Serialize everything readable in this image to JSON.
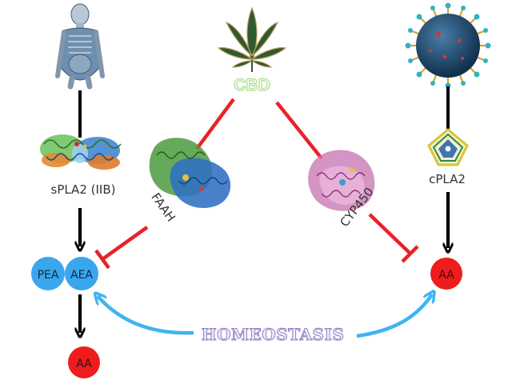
{
  "labels": {
    "cbd": "CBD",
    "spla2": "sPLA2 (IIB)",
    "cpla2": "cPLA2",
    "faah": "FAAH",
    "cyp450": "CYP450",
    "pea": "PEA",
    "aea": "AEA",
    "aa_left": "AA",
    "aa_right": "AA",
    "homeostasis": "HOMEOSTASIS"
  },
  "colors": {
    "inhibit": "#e8222a",
    "activate": "#000000",
    "homeostasis_arrow": "#3fb4f0",
    "blue_node": "#3aa6ee",
    "red_node": "#ee1c1c",
    "cbd_text": "#b8e6a0",
    "homeostasis_text": "#ece6f7"
  },
  "icons": {
    "body": "human-anatomy-icon",
    "virus": "virus-icon",
    "leaf": "cannabis-leaf-icon",
    "protein": "protein-structure-icon"
  }
}
